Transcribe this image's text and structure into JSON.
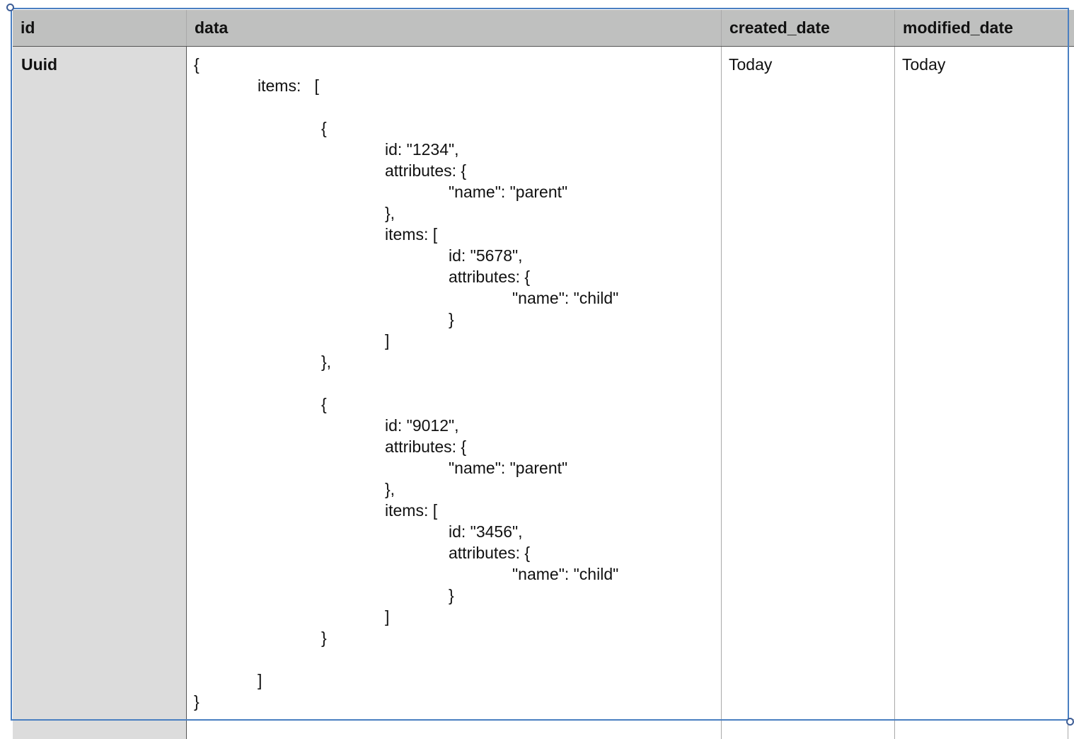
{
  "table": {
    "headers": [
      "id",
      "data",
      "created_date",
      "modified_date"
    ],
    "rows": [
      {
        "id": "Uuid",
        "data_lines": [
          {
            "indent": 0,
            "text": "{"
          },
          {
            "indent": 1,
            "text": "items:   ["
          },
          {
            "indent": 0,
            "text": ""
          },
          {
            "indent": 2,
            "text": "{"
          },
          {
            "indent": 3,
            "text": "id: \"1234\","
          },
          {
            "indent": 3,
            "text": "attributes: {"
          },
          {
            "indent": 4,
            "text": "\"name\": \"parent\""
          },
          {
            "indent": 3,
            "text": "},"
          },
          {
            "indent": 3,
            "text": "items: ["
          },
          {
            "indent": 4,
            "text": "id: \"5678\","
          },
          {
            "indent": 4,
            "text": "attributes: {"
          },
          {
            "indent": 5,
            "text": "\"name\": \"child\""
          },
          {
            "indent": 4,
            "text": "}"
          },
          {
            "indent": 3,
            "text": "]"
          },
          {
            "indent": 2,
            "text": "},"
          },
          {
            "indent": 0,
            "text": ""
          },
          {
            "indent": 2,
            "text": "{"
          },
          {
            "indent": 3,
            "text": "id: \"9012\","
          },
          {
            "indent": 3,
            "text": "attributes: {"
          },
          {
            "indent": 4,
            "text": "\"name\": \"parent\""
          },
          {
            "indent": 3,
            "text": "},"
          },
          {
            "indent": 3,
            "text": "items: ["
          },
          {
            "indent": 4,
            "text": "id: \"3456\","
          },
          {
            "indent": 4,
            "text": "attributes: {"
          },
          {
            "indent": 5,
            "text": "\"name\": \"child\""
          },
          {
            "indent": 4,
            "text": "}"
          },
          {
            "indent": 3,
            "text": "]"
          },
          {
            "indent": 2,
            "text": "}"
          },
          {
            "indent": 0,
            "text": ""
          },
          {
            "indent": 1,
            "text": "]"
          },
          {
            "indent": 0,
            "text": "}"
          }
        ],
        "created_date": "Today",
        "modified_date": "Today"
      }
    ]
  },
  "colors": {
    "header_bg": "#bfc0bf",
    "id_column_bg": "#dcdcdc",
    "selection": "#4a7fc1"
  }
}
